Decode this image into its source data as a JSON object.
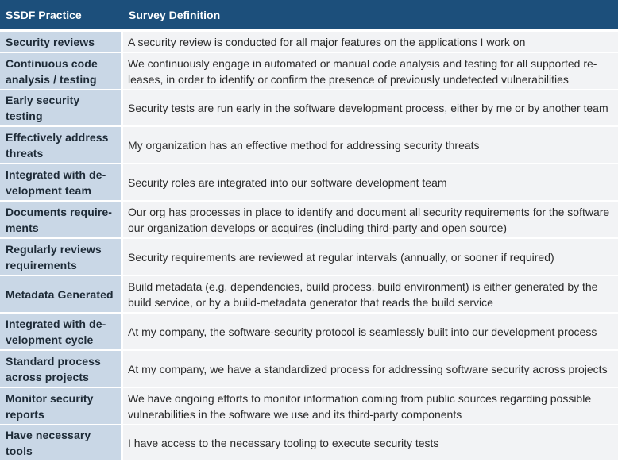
{
  "header": {
    "col_practice": "SSDF Practice",
    "col_definition": "Survey Definition"
  },
  "rows": [
    {
      "practice": "Security reviews",
      "definition": "A security review is conducted for all major features on the applications I work on"
    },
    {
      "practice": "Continuous code analysis / testing",
      "definition": "We continuously engage in automated or manual code analysis and testing for all supported re-leases, in order to identify or confirm the presence of previously undetected vulnerabilities"
    },
    {
      "practice": "Early security testing",
      "definition": "Security tests are run early in the software development process, either by me or by another team"
    },
    {
      "practice": "Effectively address threats",
      "definition": "My organization has an effective method for addressing security threats"
    },
    {
      "practice": "Integrated with de-velopment team",
      "definition": "Security roles are integrated into our software development team"
    },
    {
      "practice": "Documents require-ments",
      "definition": "Our org has processes in place to identify and document all security requirements for the software our organization develops or acquires (including third-party and open source)"
    },
    {
      "practice": "Regularly reviews requirements",
      "definition": "Security requirements are reviewed at regular intervals (annually, or sooner if required)"
    },
    {
      "practice": "Metadata Generated",
      "definition": "Build metadata (e.g. dependencies, build process, build environment) is either generated by the build service, or by a build-metadata generator that reads the build service"
    },
    {
      "practice": "Integrated with de-velopment cycle",
      "definition": "At my company, the software-security protocol is seamlessly built into our development process"
    },
    {
      "practice": "Standard process across projects",
      "definition": "At my company, we have a standardized process for addressing software security across projects"
    },
    {
      "practice": "Monitor security reports",
      "definition": "We have ongoing efforts to monitor information coming from public sources regarding possible vulnerabilities in the software we use and its third-party components"
    },
    {
      "practice": "Have necessary tools",
      "definition": "I have access to the necessary tooling to execute security tests"
    }
  ]
}
